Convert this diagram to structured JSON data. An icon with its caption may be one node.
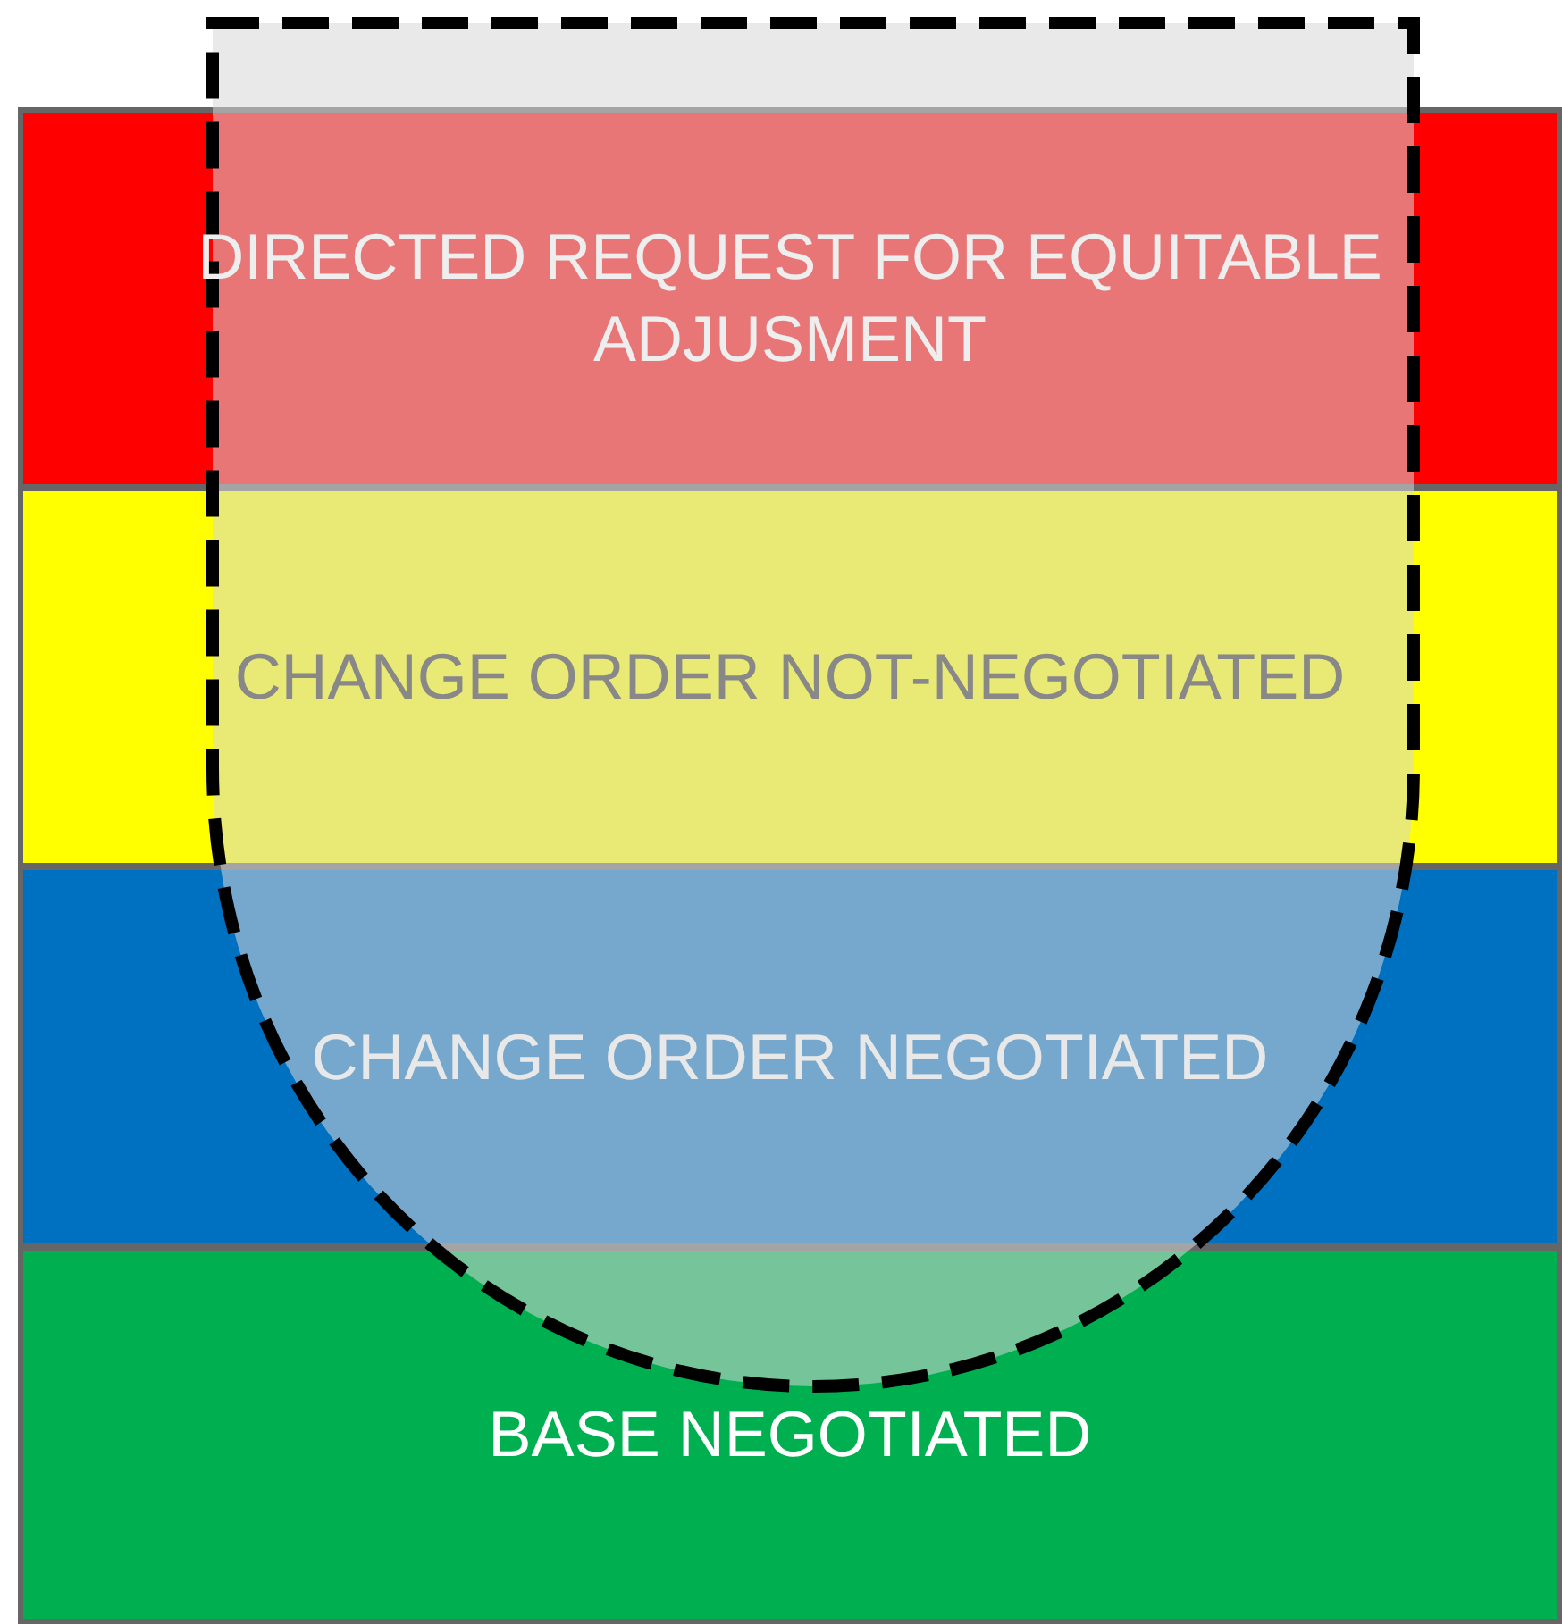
{
  "diagram": {
    "nodes": [
      {
        "text": [
          "DIRECTED REQUEST FOR EQUITABLE ADJUSMENT"
        ]
      },
      {
        "text": [
          "CHANGE ORDER NOT-NEGOTIATED"
        ]
      },
      {
        "text": [
          "CHANGE ORDER NEGOTIATED"
        ]
      },
      {
        "text": [
          "BASE NEGOTIATED"
        ]
      },
      {
        "text": [],
        "shape": "shield"
      }
    ]
  }
}
